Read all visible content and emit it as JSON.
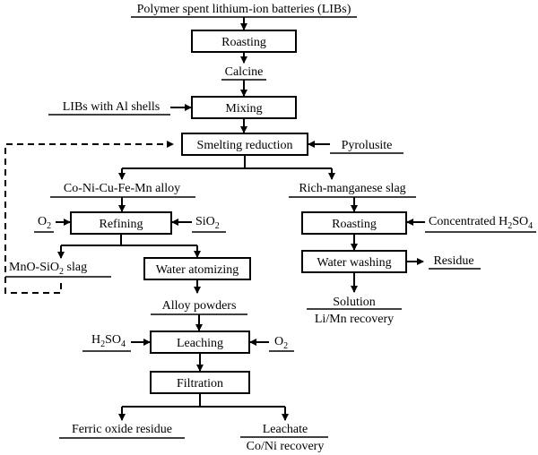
{
  "flowchart": {
    "nodes": {
      "feed": "Polymer spent lithium-ion batteries (LIBs)",
      "roasting1": "Roasting",
      "calcine": "Calcine",
      "al_shells": "LIBs with Al shells",
      "mixing": "Mixing",
      "smelting": "Smelting reduction",
      "pyrolusite": "Pyrolusite",
      "alloy": "Co-Ni-Cu-Fe-Mn alloy",
      "mn_slag": "Rich-manganese slag",
      "o2_a": "O",
      "o2_a_sub": "2",
      "refining": "Refining",
      "sio2": "SiO",
      "sio2_sub": "2",
      "roasting2": "Roasting",
      "conc_acid": "Concentrated H",
      "conc_acid_sub2": "2",
      "conc_acid_so": "SO",
      "conc_acid_sub4": "4",
      "mno_slag_a": "MnO-SiO",
      "mno_slag_sub": "2",
      "mno_slag_b": " slag",
      "water_atomizing": "Water atomizing",
      "water_washing": "Water washing",
      "residue": "Residue",
      "solution": "Solution",
      "li_mn": "Li/Mn recovery",
      "alloy_powders": "Alloy powders",
      "h2so4_h": "H",
      "h2so4_sub2": "2",
      "h2so4_so": "SO",
      "h2so4_sub4": "4",
      "leaching": "Leaching",
      "o2_b": "O",
      "o2_b_sub": "2",
      "filtration": "Filtration",
      "ferric": "Ferric oxide residue",
      "leachate": "Leachate",
      "co_ni": "Co/Ni recovery"
    }
  }
}
